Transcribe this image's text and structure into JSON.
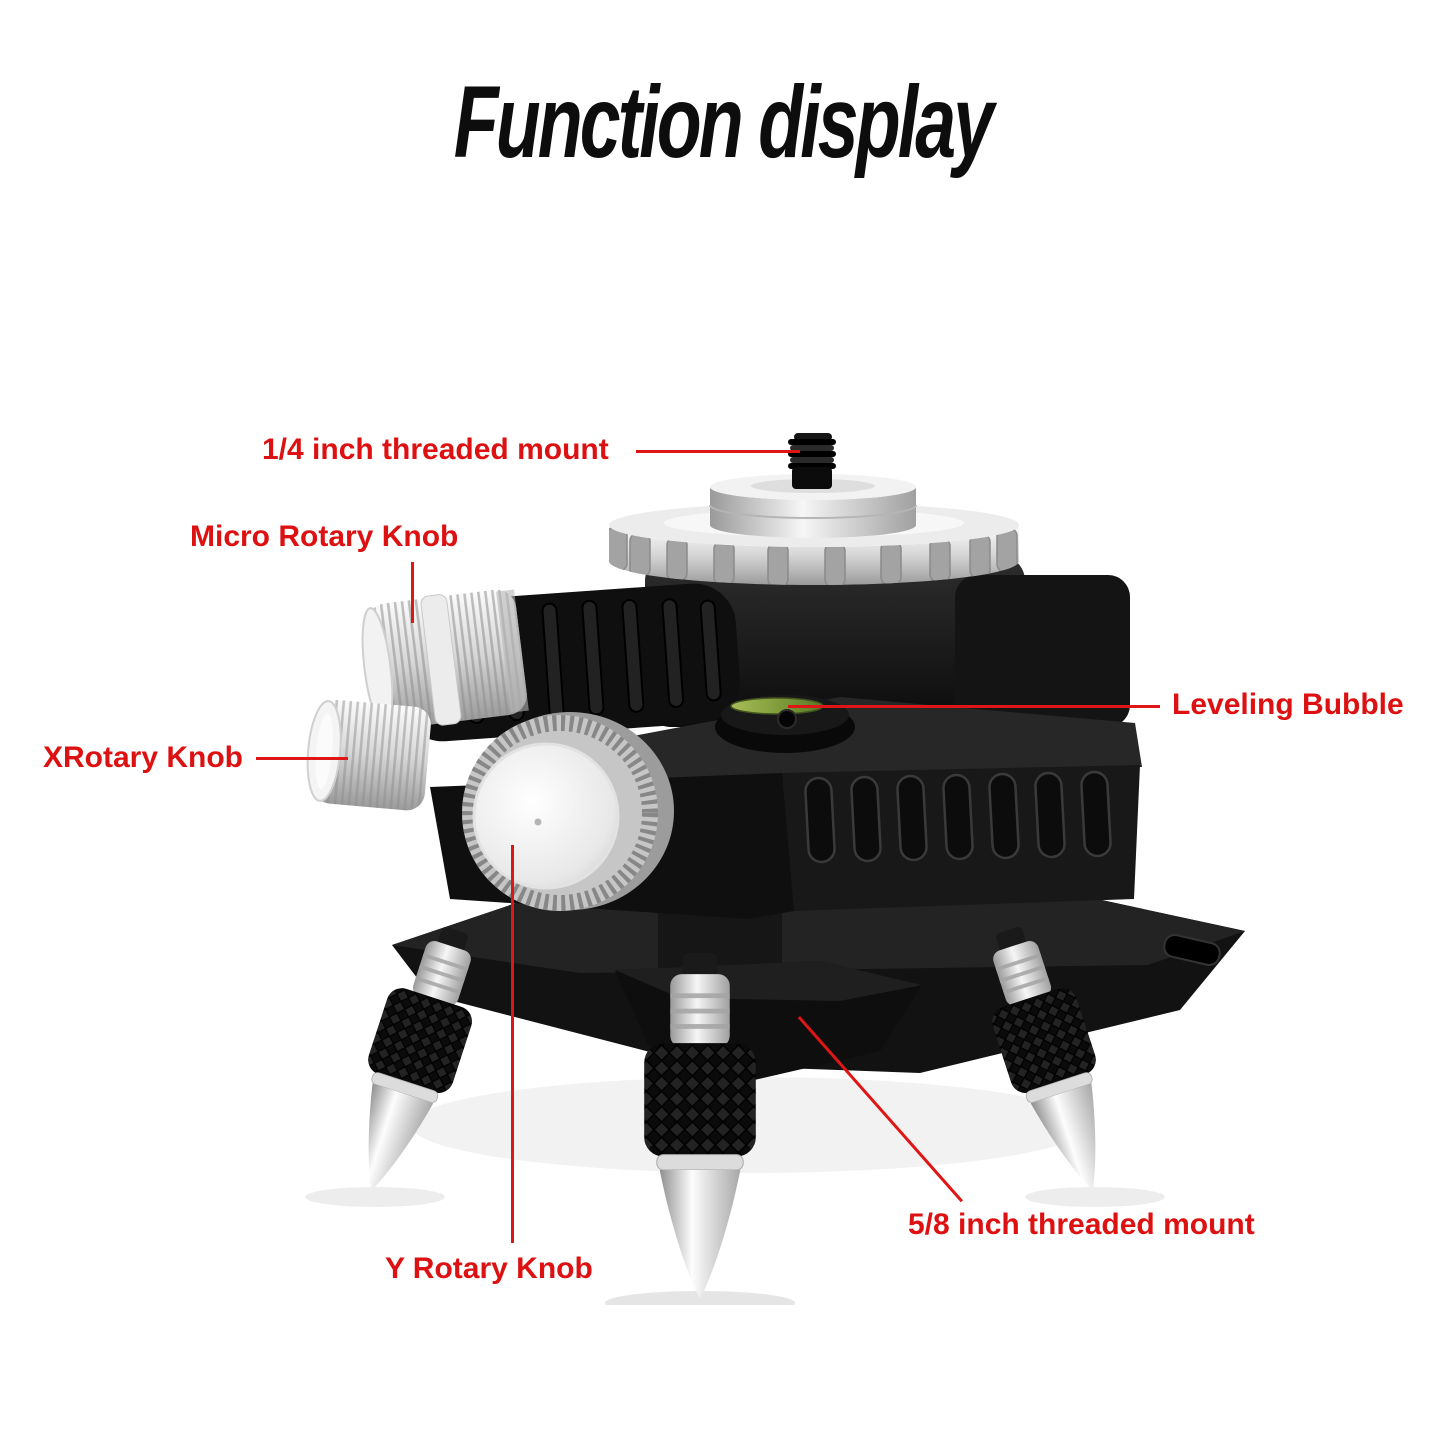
{
  "title": "Function display",
  "annotations": {
    "quarter_mount": {
      "label": "1/4 inch threaded mount"
    },
    "micro_rotary_knob": {
      "label": "Micro Rotary Knob"
    },
    "x_rotary_knob": {
      "label": "XRotary Knob"
    },
    "leveling_bubble": {
      "label": "Leveling Bubble"
    },
    "y_rotary_knob": {
      "label": "Y Rotary Knob"
    },
    "five_eighths_mount": {
      "label": "5/8 inch threaded mount"
    }
  },
  "colors": {
    "annotation_red": "#dd1111",
    "title_black": "#0d0d0d",
    "background": "#ffffff",
    "bubble_green": "#7d9a3a",
    "metal_silver": "#d9d9d9",
    "body_black": "#141414"
  }
}
